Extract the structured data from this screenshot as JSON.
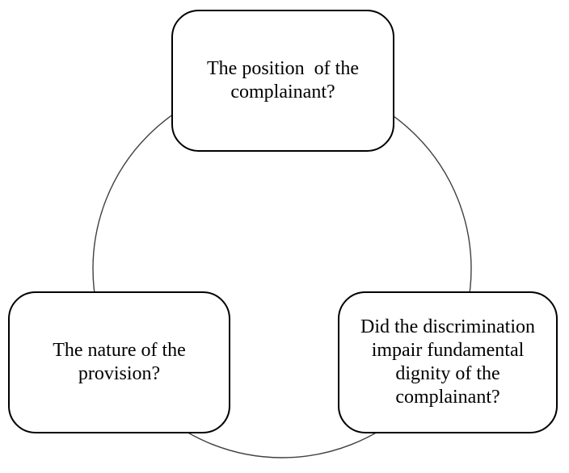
{
  "diagram": {
    "type": "cycle",
    "nodes": [
      {
        "id": "top",
        "label": "The position  of the\ncomplainant?"
      },
      {
        "id": "left",
        "label": "The nature of the\nprovision?"
      },
      {
        "id": "right",
        "label": "Did the discrimination\nimpair fundamental\ndignity of the\ncomplainant?"
      }
    ]
  },
  "colors": {
    "box_border": "#000000",
    "box_fill": "#ffffff",
    "circle_stroke": "#404040",
    "text": "#000000"
  }
}
